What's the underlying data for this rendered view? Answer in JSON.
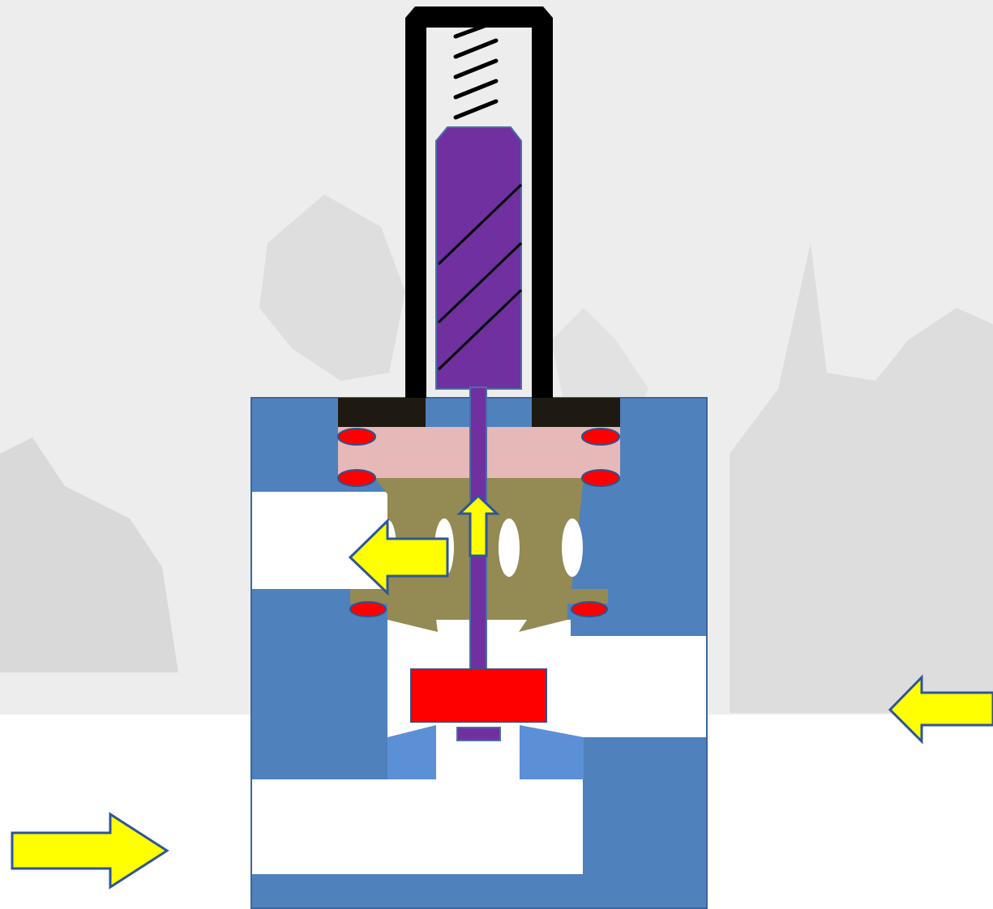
{
  "diagram": {
    "type": "solenoid-valve-cross-section",
    "colors": {
      "background": "#ffffff",
      "backdrop": "#e9e9e9",
      "valve_body": "#4f81bd",
      "light_blue": "#5b8fd6",
      "coil_housing": "#000000",
      "plunger": "#7030a0",
      "base_plate": "#1f1a11",
      "seal_ring": "#e6b9b8",
      "o_ring": "#ff0000",
      "o_ring_outline": "#2f528f",
      "cage": "#948a54",
      "seat_disc": "#ff0000",
      "flow_arrow": "#ffff00",
      "flow_arrow_outline": "#2f5597"
    },
    "components": [
      "coil-housing",
      "return-spring",
      "plunger",
      "plunger-stem",
      "base-plate",
      "seal-ring",
      "o-rings",
      "cage",
      "valve-seat-disc",
      "valve-body"
    ],
    "flow_arrows": [
      {
        "id": "inlet-arrow",
        "direction": "right"
      },
      {
        "id": "outlet-arrow",
        "direction": "left"
      },
      {
        "id": "cage-flow-arrow",
        "direction": "left"
      },
      {
        "id": "stem-lift-arrow",
        "direction": "up"
      }
    ]
  }
}
